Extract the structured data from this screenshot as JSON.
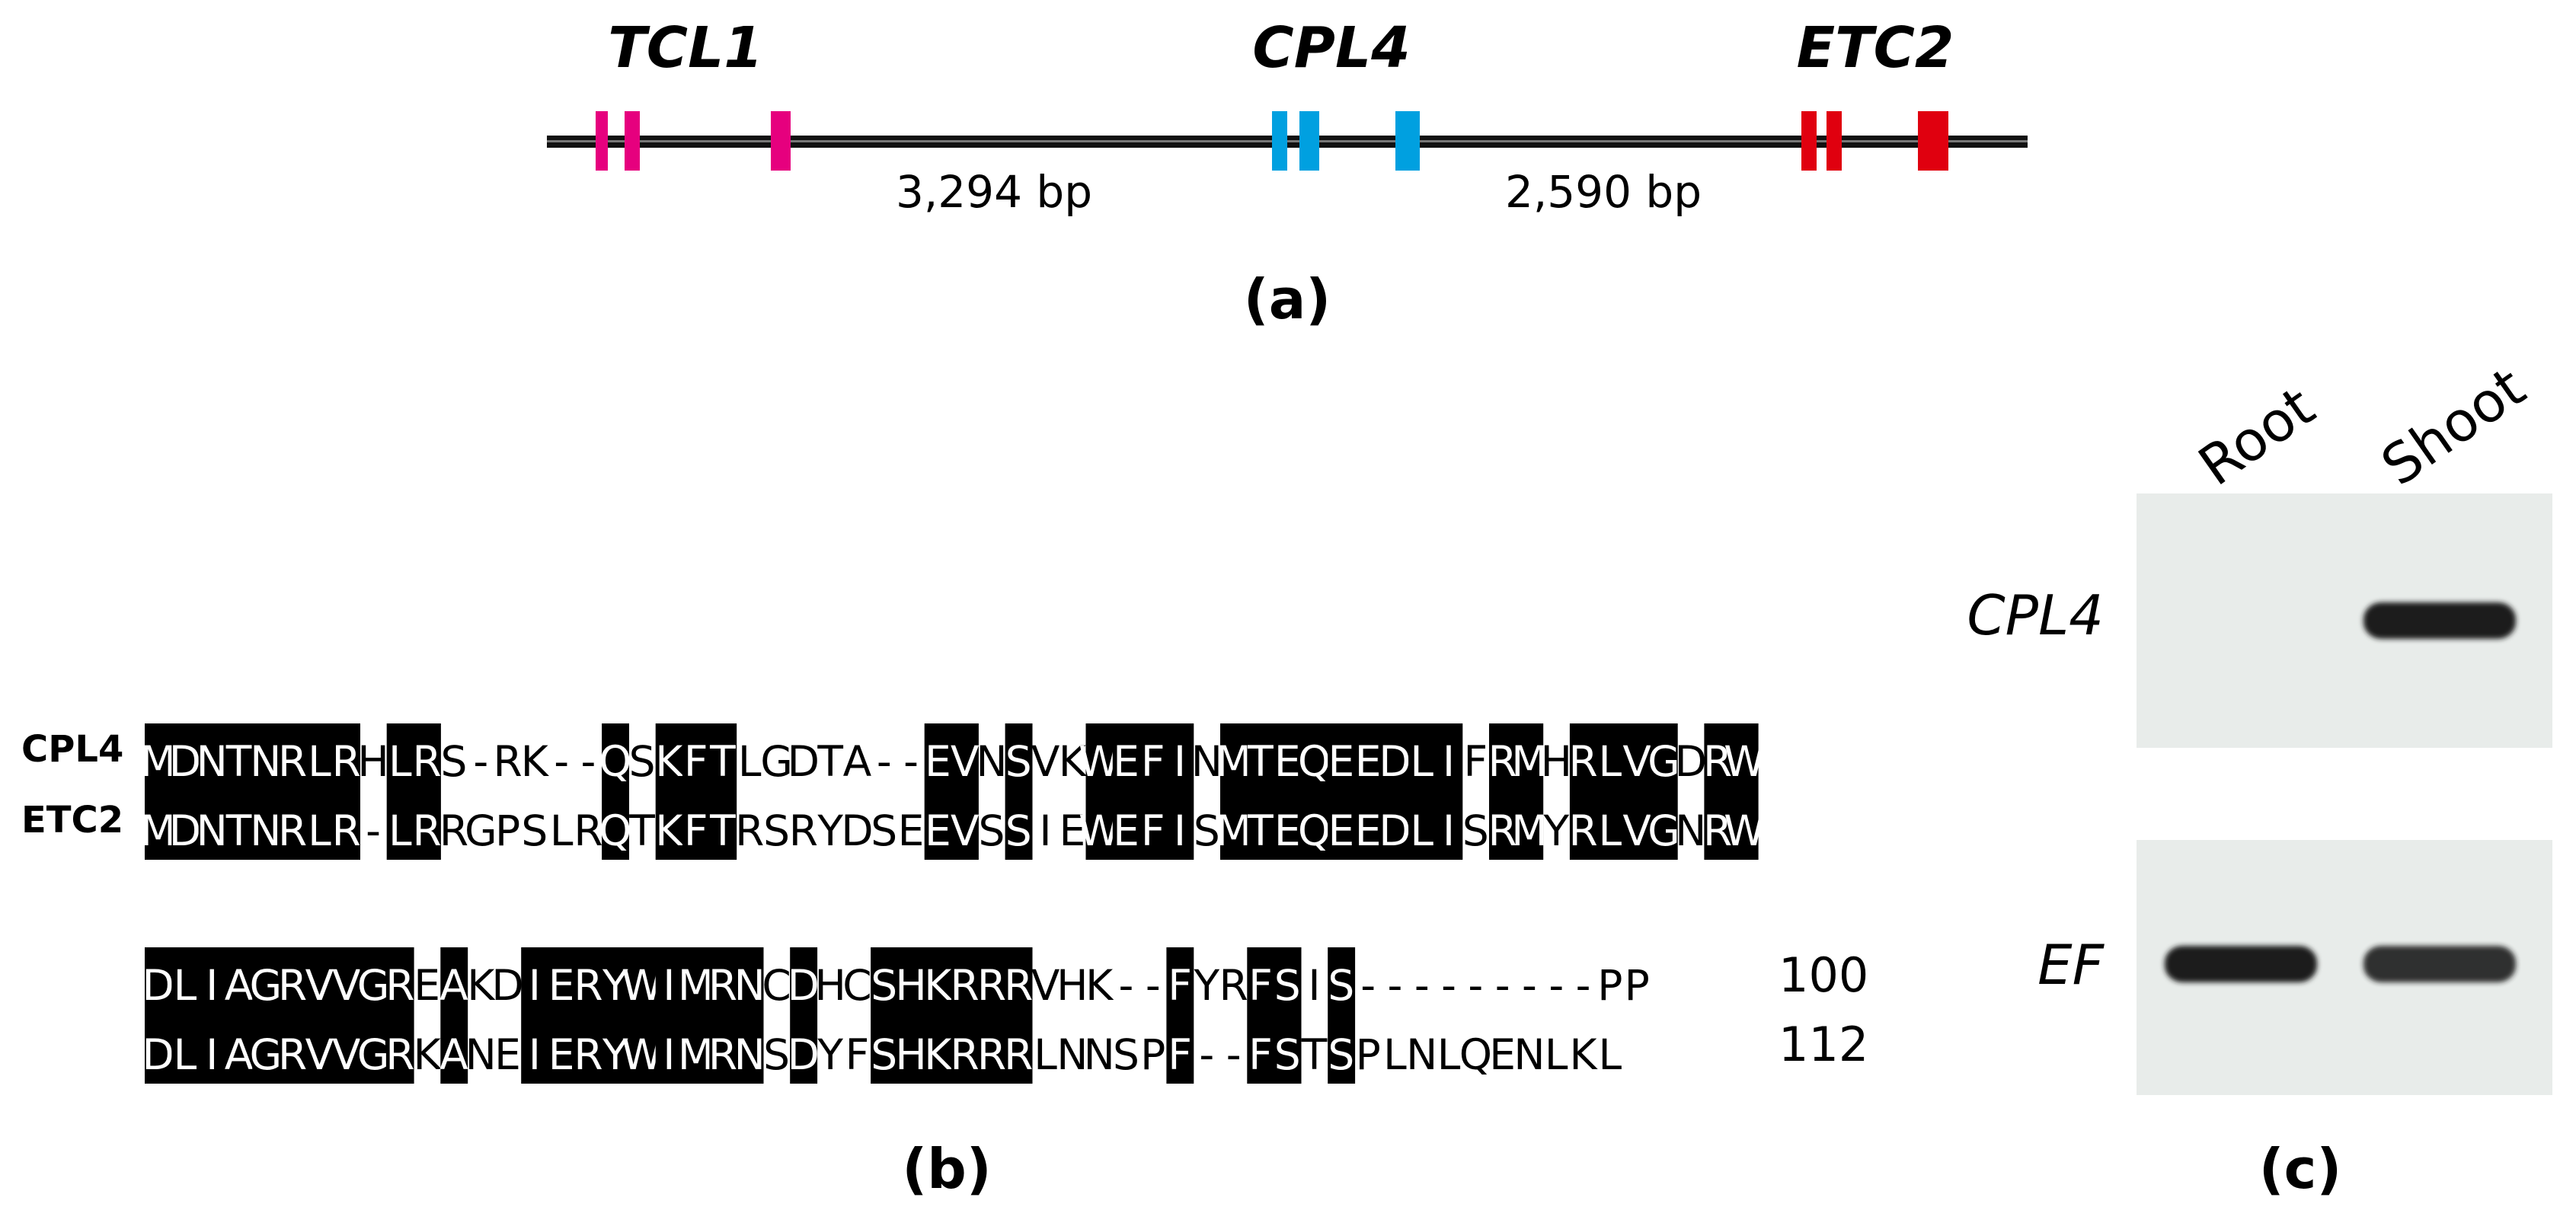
{
  "panels": {
    "a": "(a)",
    "b": "(b)",
    "c": "(c)"
  },
  "gene_map": {
    "genes": [
      {
        "name": "TCL1",
        "color": "#e6007e"
      },
      {
        "name": "CPL4",
        "color": "#00a0e0"
      },
      {
        "name": "ETC2",
        "color": "#e0000f"
      }
    ],
    "intergenic": [
      "3,294 bp",
      "2,590 bp"
    ]
  },
  "alignment": {
    "names": [
      "CPL4",
      "ETC2"
    ],
    "blocks": [
      {
        "seqs": [
          "MDNTNRLRHLRS-RK--QSKFTLGDTA--EVNSVKWEFINMTEQEEDLIFRMHRLVGDRW",
          "MDNTNRLR-LRRGPSLRQTKFTRSRYDSEEVSSIEWEFISMTEQEEDLISRMYRLVGNRW"
        ],
        "counts": [
          "",
          ""
        ]
      },
      {
        "seqs": [
          "DLIAGRVVGREAKDIERYWIMRNCDHCSHKRRRVHK--FYRFSIS---------PP",
          "DLIAGRVVGRKANEIERYWIMRNSDYFSHKRRRLNNSPF--FSTSPLNLQENLKL"
        ],
        "counts": [
          "100",
          "112"
        ]
      }
    ]
  },
  "gel": {
    "lanes": [
      "Root",
      "Shoot"
    ],
    "rows": [
      {
        "gene": "CPL4",
        "bands": [
          0.0,
          1.0
        ]
      },
      {
        "gene": "EF",
        "bands": [
          1.0,
          0.85
        ]
      }
    ],
    "band_color": "#1e1e1e",
    "background_color": "#e8ecea"
  }
}
